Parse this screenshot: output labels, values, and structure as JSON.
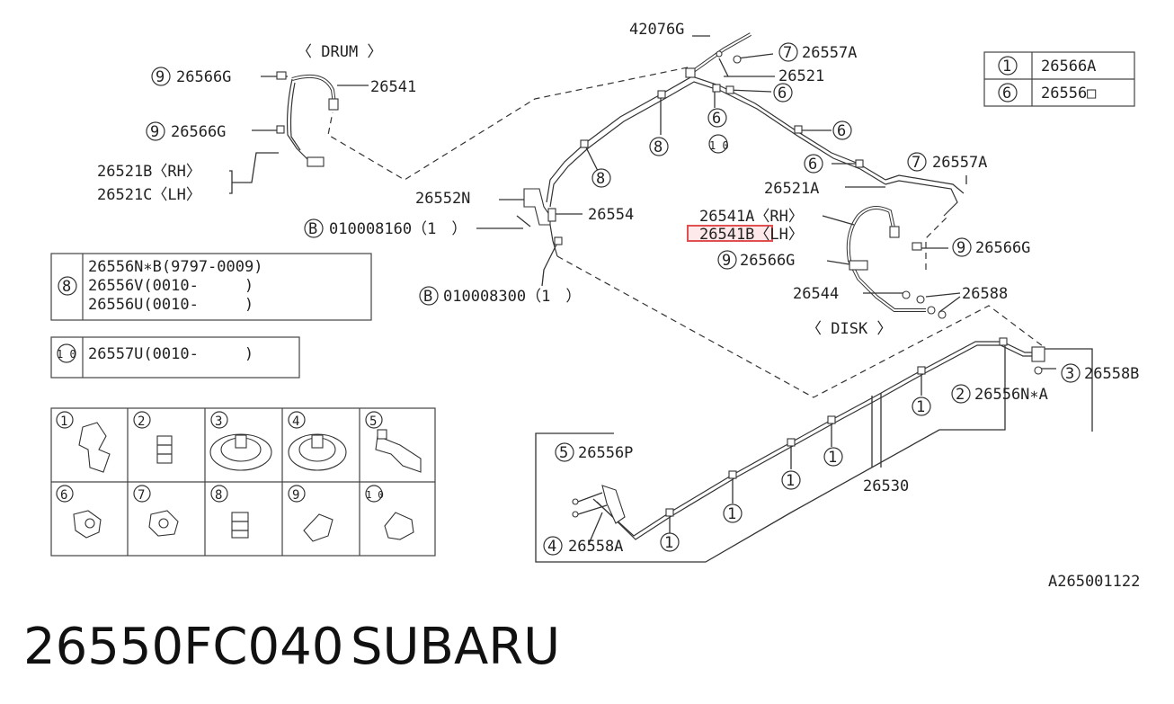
{
  "title": {
    "part_number": "26550FC040",
    "brand": "SUBARU"
  },
  "diagram_id": "A265001122",
  "section_labels": {
    "drum": "〈 DRUM 〉",
    "disk": "〈 DISK 〉"
  },
  "callouts": {
    "p42076G": "42076G",
    "p26557A_top": "26557A",
    "p26521": "26521",
    "p26541": "26541",
    "p26566G_a": "26566G",
    "p26566G_b": "26566G",
    "p26521B": "26521B〈RH〉",
    "p26521C": "26521C〈LH〉",
    "p26552N": "26552N",
    "p26554": "26554",
    "bolt1": "010008160（1　）",
    "bolt2": "010008300（1　）",
    "p26521A": "26521A",
    "p26557A_right": "26557A",
    "p26541A": "26541A〈RH〉",
    "p26541B": "26541B〈LH〉",
    "p26566G_c": "26566G",
    "p26566G_d": "26566G",
    "p26544": "26544",
    "p26588": "26588",
    "p26558B": "26558B",
    "p26556NA": "26556N∗A",
    "p26530": "26530",
    "p26556P": "26556P",
    "p26558A": "26558A"
  },
  "circle_markers": {
    "n1": "1",
    "n2": "2",
    "n3": "3",
    "n4": "4",
    "n5": "5",
    "n6": "6",
    "n7": "7",
    "n8": "8",
    "n9": "9",
    "n10": "1 0",
    "bolt": "B"
  },
  "legend_table": {
    "rows": [
      {
        "marker": "1",
        "part": "26566A"
      },
      {
        "marker": "6",
        "part": "26556□"
      }
    ]
  },
  "variant_table_8": {
    "marker": "8",
    "rows": [
      "26556N∗B(9797-0009)",
      "26556V(0010-　　　)",
      "26556U(0010-　　　)"
    ]
  },
  "variant_table_10": {
    "marker": "1 0",
    "rows": [
      "26557U(0010-　　　)"
    ]
  },
  "clip_grid": {
    "cells": [
      "1",
      "2",
      "3",
      "4",
      "5",
      "6",
      "7",
      "8",
      "9",
      "1 0"
    ]
  },
  "colors": {
    "highlight": "#e05050",
    "line": "#333333"
  }
}
